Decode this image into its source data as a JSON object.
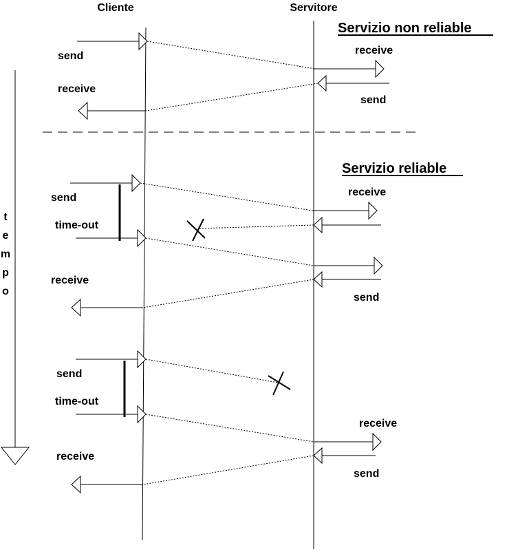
{
  "headers": {
    "client": "Cliente",
    "server": "Servitore"
  },
  "sections": {
    "unreliable_title": "Servizio non reliable",
    "reliable_title": "Servizio reliable"
  },
  "time_axis": {
    "letters": [
      "t",
      "e",
      "m",
      "p",
      "o"
    ]
  },
  "labels": {
    "s1_client_send": "send",
    "s1_server_receive": "receive",
    "s1_client_receive": "receive",
    "s1_server_send": "send",
    "s2_client_send": "send",
    "s2_server_receive": "receive",
    "s2_timeout": "time-out",
    "s2_client_receive": "receive",
    "s2_server_send": "send",
    "s3_client_send": "send",
    "s3_timeout": "time-out",
    "s3_server_receive": "receive",
    "s3_client_receive": "receive",
    "s3_server_send": "send"
  },
  "colors": {
    "line": "#000000",
    "background": "#ffffff"
  }
}
